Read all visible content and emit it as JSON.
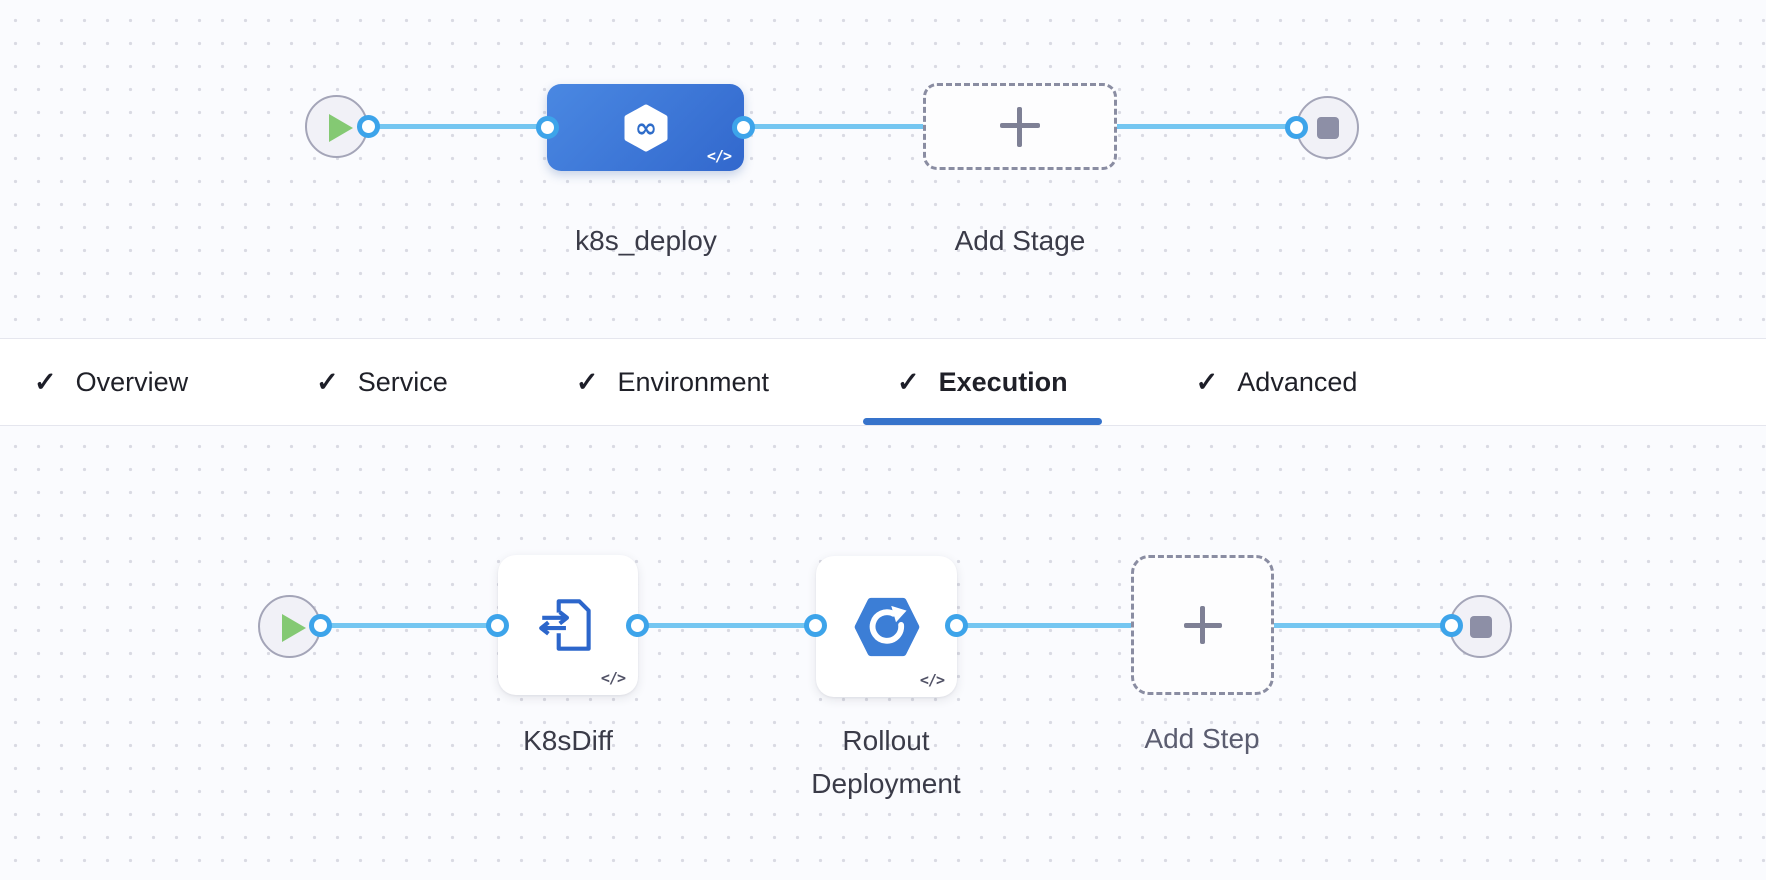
{
  "stage_pipeline": {
    "stage_label": "k8s_deploy",
    "stage_icon": "deploy-stage-hexagon-infinity",
    "stage_code_badge": "</>",
    "add_stage_label": "Add Stage"
  },
  "tabs": {
    "check_glyph": "✓",
    "active": "Execution",
    "items": [
      {
        "label": "Overview"
      },
      {
        "label": "Service"
      },
      {
        "label": "Environment"
      },
      {
        "label": "Execution"
      },
      {
        "label": "Advanced"
      }
    ]
  },
  "execution": {
    "steps": [
      {
        "label": "K8sDiff",
        "icon": "k8s-diff-document-arrows",
        "code_badge": "</>"
      },
      {
        "label": "Rollout Deployment",
        "icon": "rollout-hexagon-refresh",
        "code_badge": "</>"
      }
    ],
    "add_step_label": "Add Step"
  },
  "colors": {
    "active_tab_underline": "#3673cb",
    "stage_node_blue": "#3b78d7",
    "connector_line": "#74c6f1",
    "port_ring": "#3da4ea",
    "play_triangle": "#84c973",
    "stop_square": "#8d8fa6",
    "canvas_background": "#fafbfe"
  }
}
